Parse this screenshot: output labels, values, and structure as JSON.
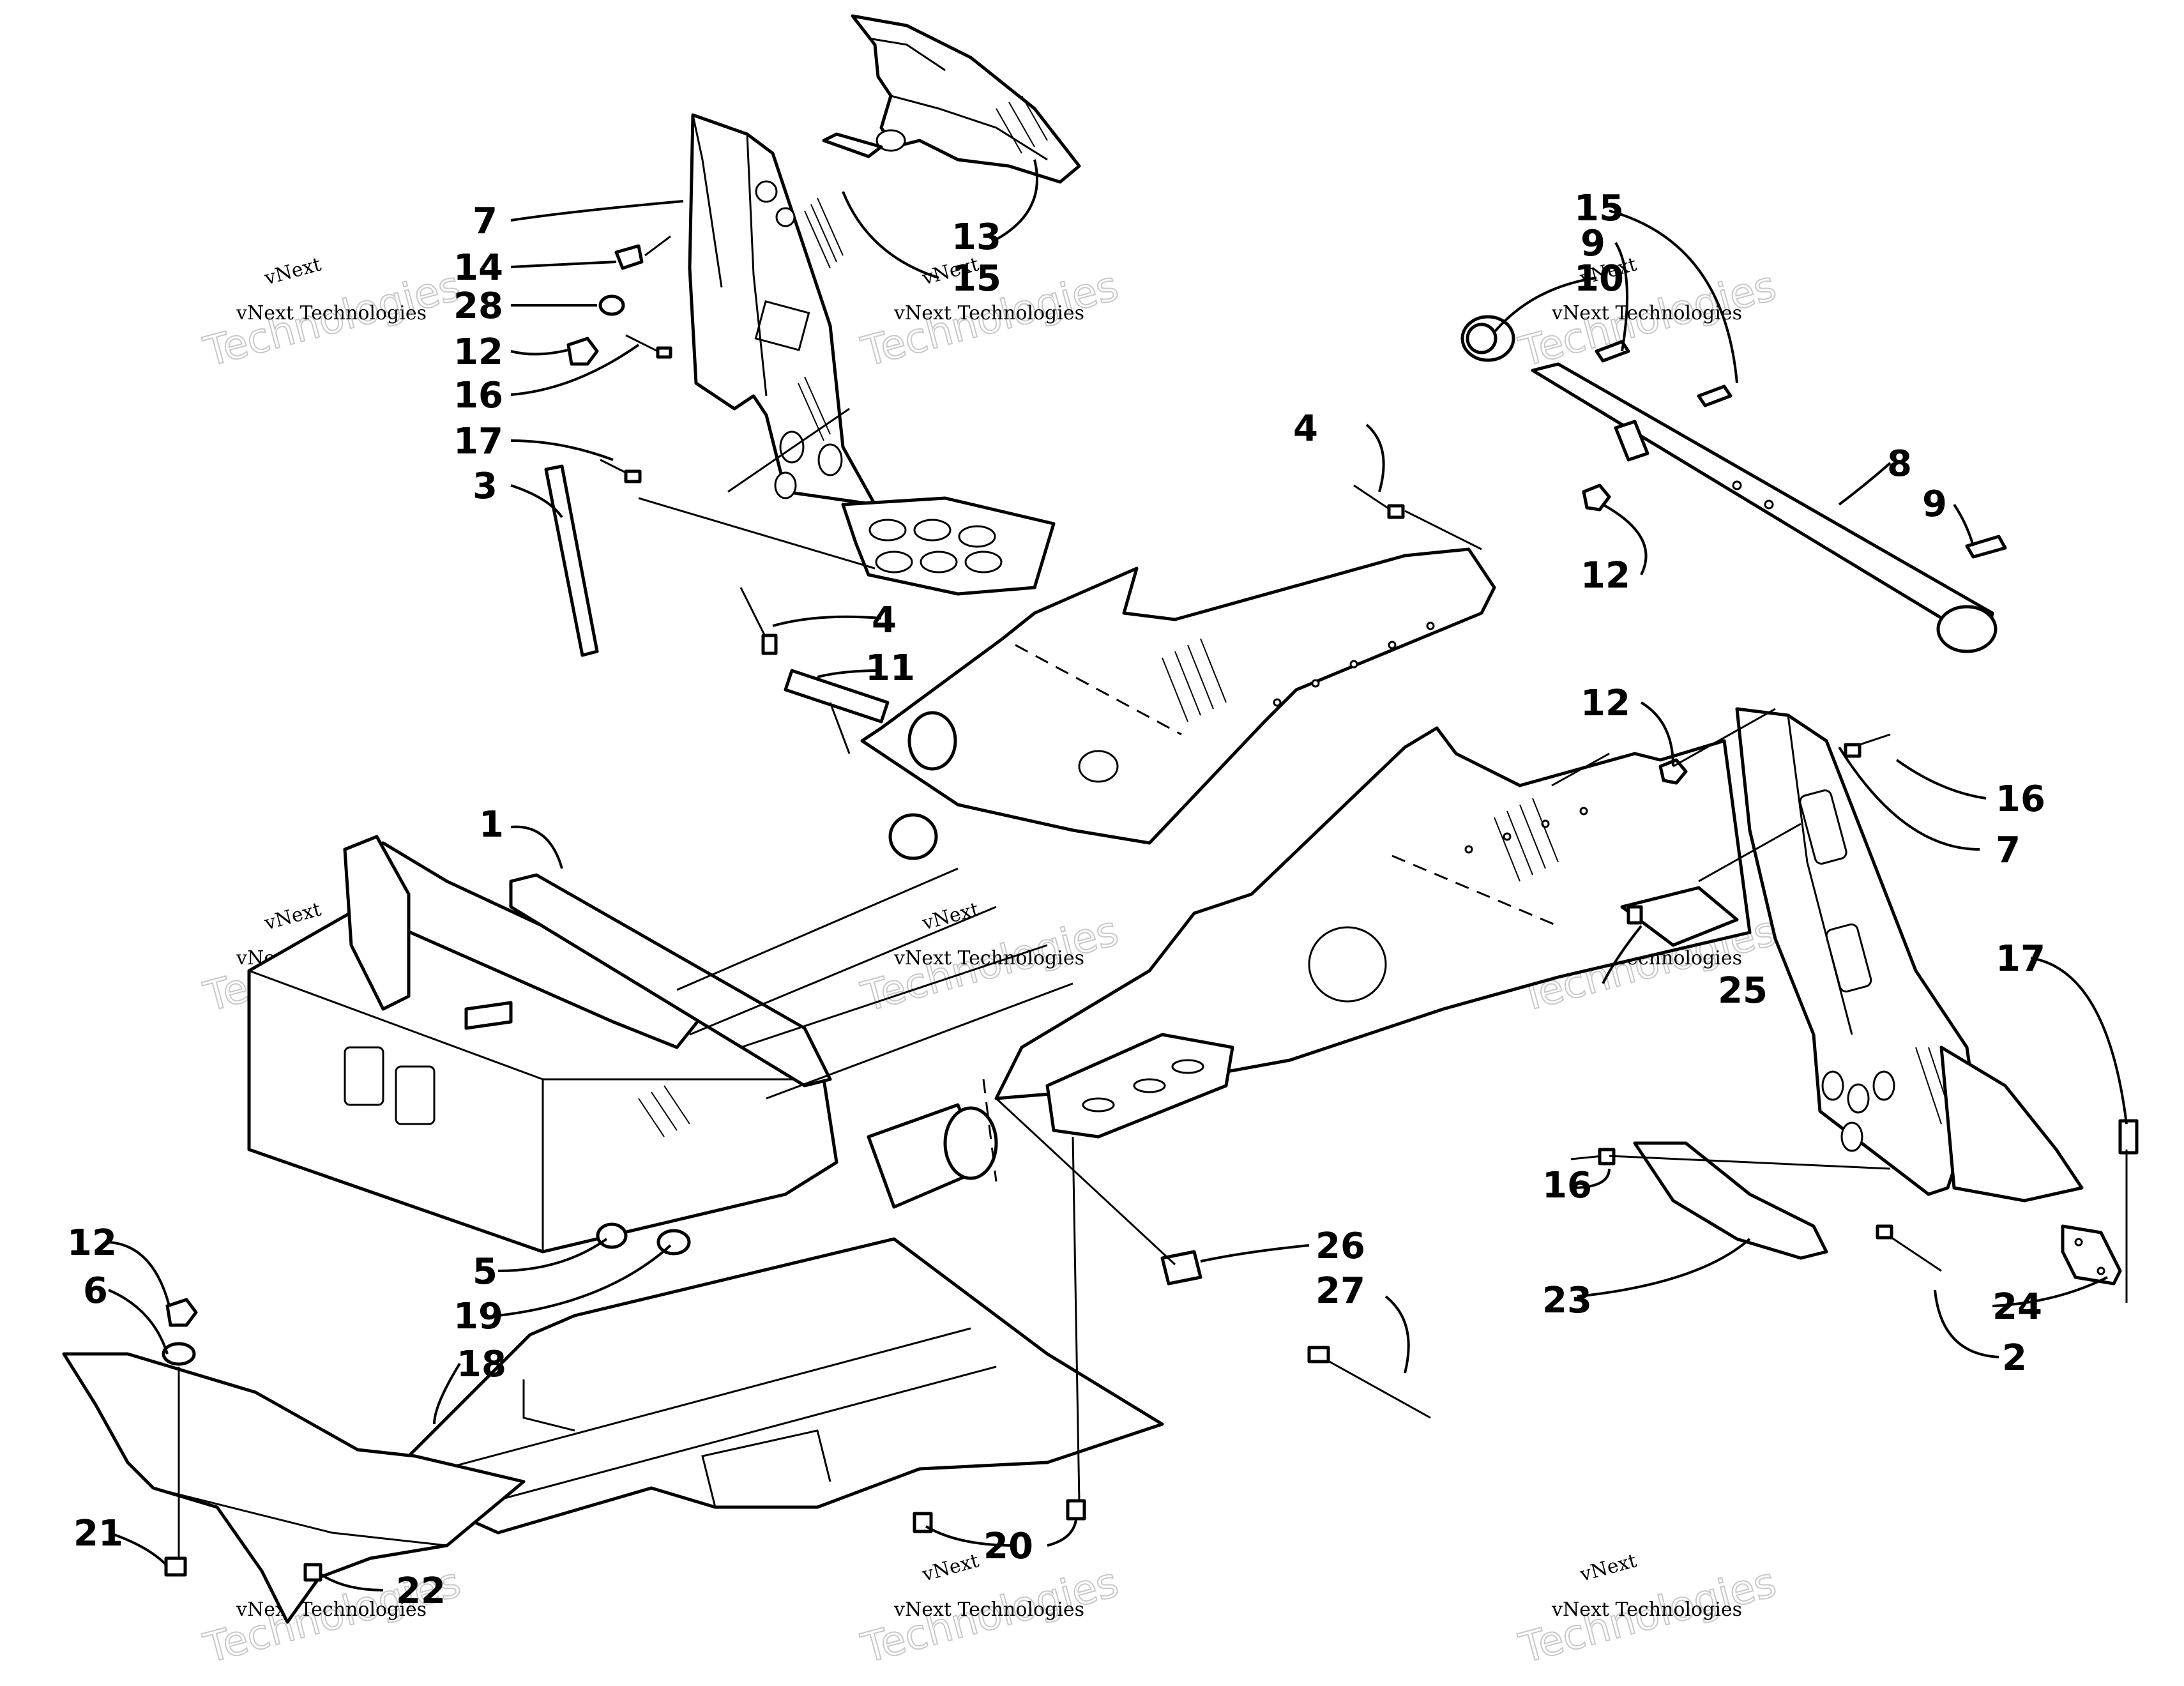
{
  "callouts": [
    {
      "id": "c7a",
      "text": "7"
    },
    {
      "id": "c14",
      "text": "14"
    },
    {
      "id": "c28",
      "text": "28"
    },
    {
      "id": "c12a",
      "text": "12"
    },
    {
      "id": "c16a",
      "text": "16"
    },
    {
      "id": "c17a",
      "text": "17"
    },
    {
      "id": "c3",
      "text": "3"
    },
    {
      "id": "c13",
      "text": "13"
    },
    {
      "id": "c15a",
      "text": "15"
    },
    {
      "id": "c4a",
      "text": "4"
    },
    {
      "id": "c11",
      "text": "11"
    },
    {
      "id": "c4b",
      "text": "4"
    },
    {
      "id": "c1",
      "text": "1"
    },
    {
      "id": "c15b",
      "text": "15"
    },
    {
      "id": "c9a",
      "text": "9"
    },
    {
      "id": "c10",
      "text": "10"
    },
    {
      "id": "c8",
      "text": "8"
    },
    {
      "id": "c9b",
      "text": "9"
    },
    {
      "id": "c12b",
      "text": "12"
    },
    {
      "id": "c12c",
      "text": "12"
    },
    {
      "id": "c16b",
      "text": "16"
    },
    {
      "id": "c7b",
      "text": "7"
    },
    {
      "id": "c17b",
      "text": "17"
    },
    {
      "id": "c25",
      "text": "25"
    },
    {
      "id": "c16c",
      "text": "16"
    },
    {
      "id": "c23",
      "text": "23"
    },
    {
      "id": "c24",
      "text": "24"
    },
    {
      "id": "c2",
      "text": "2"
    },
    {
      "id": "c5",
      "text": "5"
    },
    {
      "id": "c19",
      "text": "19"
    },
    {
      "id": "c26",
      "text": "26"
    },
    {
      "id": "c27",
      "text": "27"
    },
    {
      "id": "c12d",
      "text": "12"
    },
    {
      "id": "c6",
      "text": "6"
    },
    {
      "id": "c18",
      "text": "18"
    },
    {
      "id": "c21",
      "text": "21"
    },
    {
      "id": "c22",
      "text": "22"
    },
    {
      "id": "c20",
      "text": "20"
    }
  ],
  "watermark": {
    "line1": "vNext",
    "line2": "vNext Technologies",
    "line3": "Technologies"
  }
}
